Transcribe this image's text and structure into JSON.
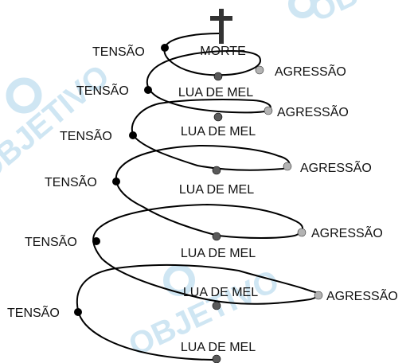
{
  "watermark": "OBJETIVO",
  "top_label": "MORTE",
  "symbol": "cross-icon",
  "colors": {
    "tension": "#000000",
    "honeymoon": "#5a5a5a",
    "aggression": "#b3b3b3",
    "watermark": "#cfe6f3"
  },
  "labels": {
    "tension": "TENSÃO",
    "honeymoon": "LUA DE MEL",
    "aggression": "AGRESSÃO"
  }
}
